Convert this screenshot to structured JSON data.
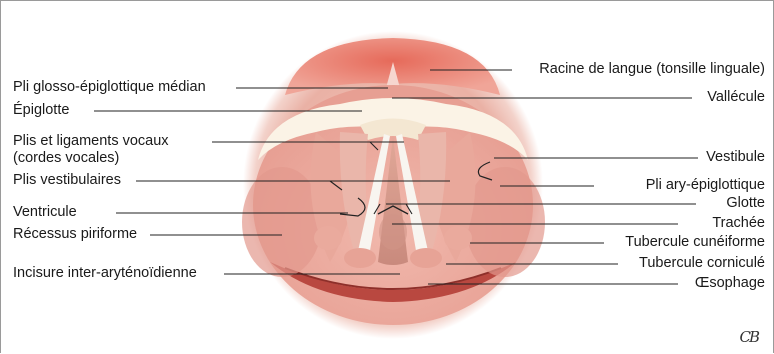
{
  "labels_left": [
    {
      "id": "pli-glosso",
      "text": "Pli glosso-épiglottique médian"
    },
    {
      "id": "epiglotte",
      "text": "Épiglotte"
    },
    {
      "id": "plis-vocaux-1",
      "text": "Plis et ligaments vocaux"
    },
    {
      "id": "plis-vocaux-2",
      "text": "(cordes vocales)"
    },
    {
      "id": "plis-vestibulaires",
      "text": "Plis vestibulaires"
    },
    {
      "id": "ventricule",
      "text": "Ventricule"
    },
    {
      "id": "recessus",
      "text": "Récessus piriforme"
    },
    {
      "id": "incisure",
      "text": "Incisure inter-aryténoïdienne"
    }
  ],
  "labels_right": [
    {
      "id": "racine",
      "text": "Racine de langue (tonsille linguale)"
    },
    {
      "id": "vallecule",
      "text": "Vallécule"
    },
    {
      "id": "vestibule",
      "text": "Vestibule"
    },
    {
      "id": "pli-ary",
      "text": "Pli ary-épiglottique"
    },
    {
      "id": "glotte",
      "text": "Glotte"
    },
    {
      "id": "trachee",
      "text": "Trachée"
    },
    {
      "id": "tubercule-cuneiforme",
      "text": "Tubercule cunéiforme"
    },
    {
      "id": "tubercule-cornicule",
      "text": "Tubercule corniculé"
    },
    {
      "id": "oesophage",
      "text": "Œsophage"
    }
  ],
  "signature": "CB",
  "colors": {
    "outer_ring": "#e9b7ac",
    "tongue_base": "#e7796a",
    "mucosa": "#eeaea3",
    "deep_pink": "#d98a80",
    "cords": "#f7f3ee",
    "esophagus": "#b8453f"
  }
}
